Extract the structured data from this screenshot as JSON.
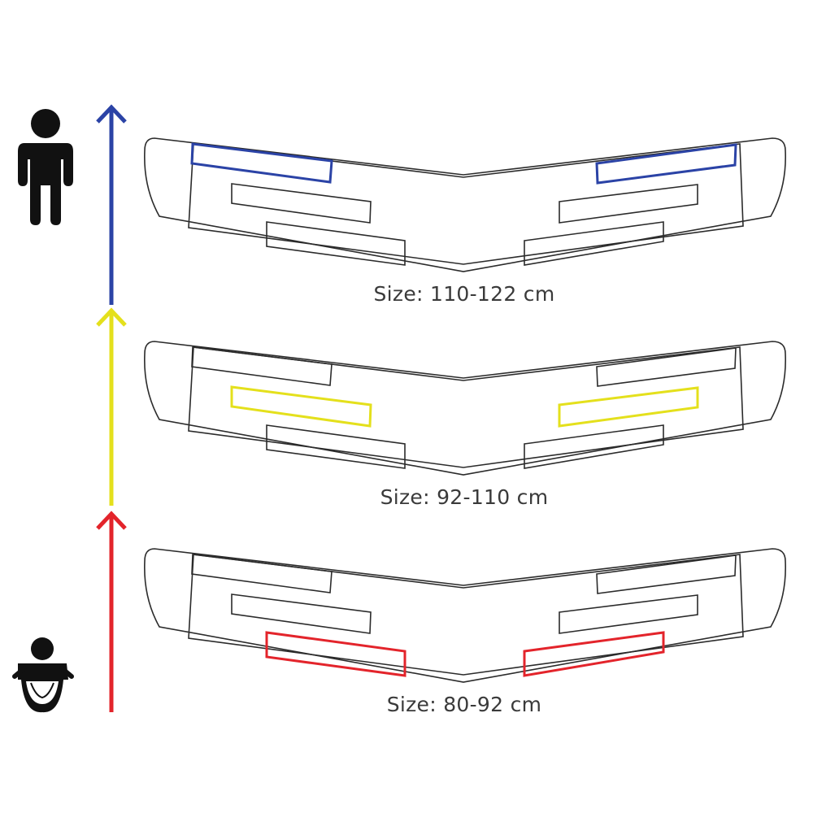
{
  "colors": {
    "outline": "#2b2b2b",
    "large": "#2b43a6",
    "medium": "#e4e01c",
    "small": "#e3242b",
    "icon": "#111111"
  },
  "icons": {
    "top": "child-standing-icon",
    "bottom": "baby-in-diaper-icon"
  },
  "sizes": [
    {
      "label": "Size: 110-122 cm",
      "highlight_slot": "top",
      "color_key": "large"
    },
    {
      "label": "Size: 92-110 cm",
      "highlight_slot": "middle",
      "color_key": "medium"
    },
    {
      "label": "Size: 80-92 cm",
      "highlight_slot": "bottom",
      "color_key": "small"
    }
  ]
}
